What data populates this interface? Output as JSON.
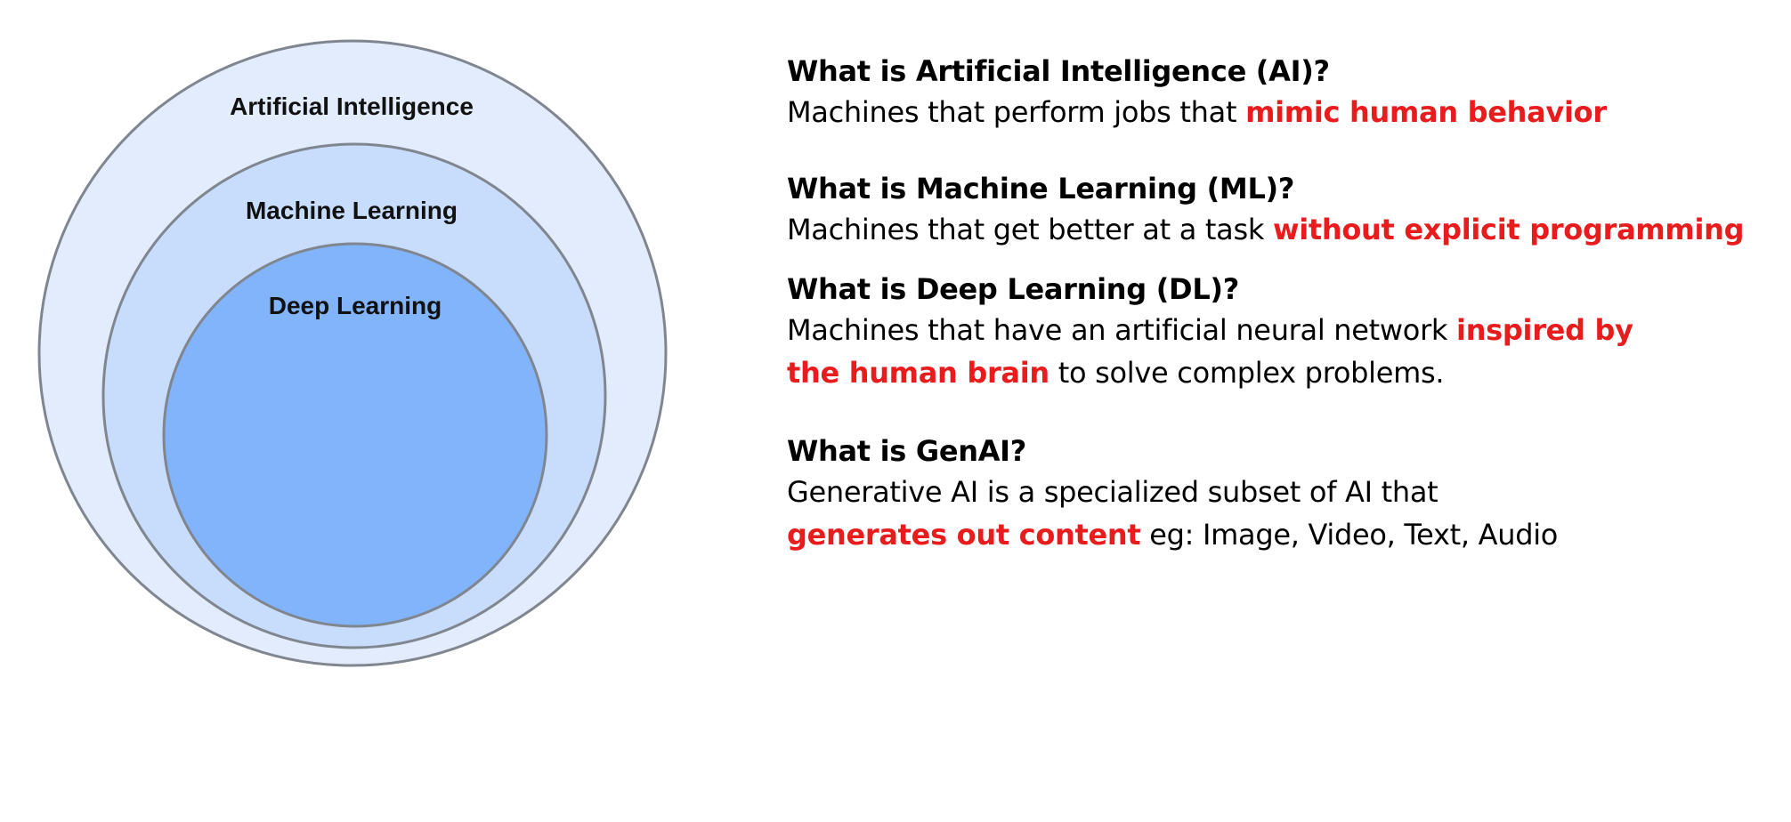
{
  "colors": {
    "highlight": "#e81c1c",
    "outer_fill": "#e3ecfc",
    "middle_fill": "#c8dcfb",
    "inner_fill": "#82b4fb",
    "circle_stroke": "#808690"
  },
  "diagram": {
    "outer_label": "Artificial Intelligence",
    "middle_label": "Machine Learning",
    "inner_label": "Deep Learning"
  },
  "sections": {
    "ai": {
      "question": "What is Artificial Intelligence (AI)?",
      "answer_plain": "Machines that perform jobs that ",
      "answer_highlight": "mimic human behavior"
    },
    "ml": {
      "question": "What is Machine Learning (ML)?",
      "answer_plain": "Machines that get better at a task ",
      "answer_highlight": "without explicit programming"
    },
    "dl": {
      "question": "What is Deep Learning (DL)?",
      "line1_plain": "Machines that have an artificial neural network ",
      "line1_highlight": "inspired by",
      "line2_highlight": "the human brain",
      "line2_plain": " to solve complex problems."
    },
    "genai": {
      "question": "What is GenAI?",
      "line1_plain": "Generative AI is a specialized subset of AI that",
      "line2_highlight": "generates out content",
      "line2_plain": " eg: Image, Video, Text, Audio"
    }
  }
}
